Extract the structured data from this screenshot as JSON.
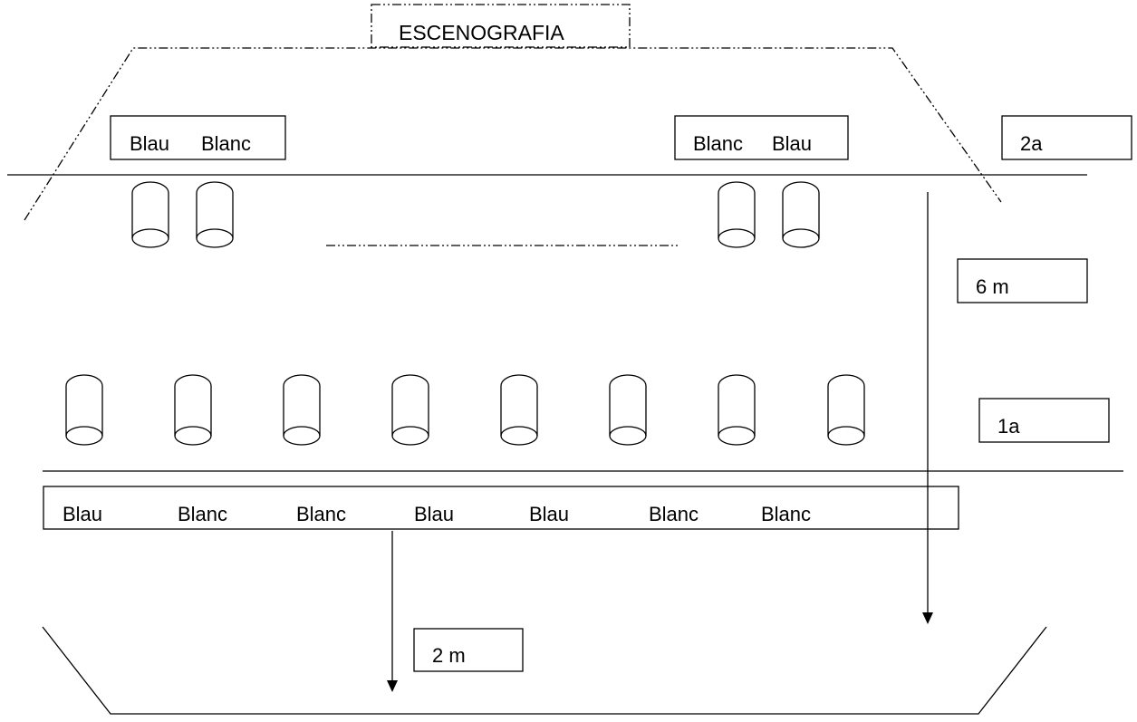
{
  "title": "ESCENOGRAFIA",
  "levels": {
    "second": "2a",
    "first": "1a"
  },
  "measurements": {
    "depth": "6 m",
    "front": "2 m"
  },
  "back_left_box": {
    "labels": [
      "Blau",
      "Blanc"
    ]
  },
  "back_right_box": {
    "labels": [
      "Blanc",
      "Blau"
    ]
  },
  "front_box": {
    "labels": [
      "Blau",
      "Blanc",
      "Blanc",
      "Blau",
      "Blau",
      "Blanc",
      "Blanc"
    ]
  },
  "colors": {
    "ink": "#000000",
    "background": "#ffffff"
  }
}
